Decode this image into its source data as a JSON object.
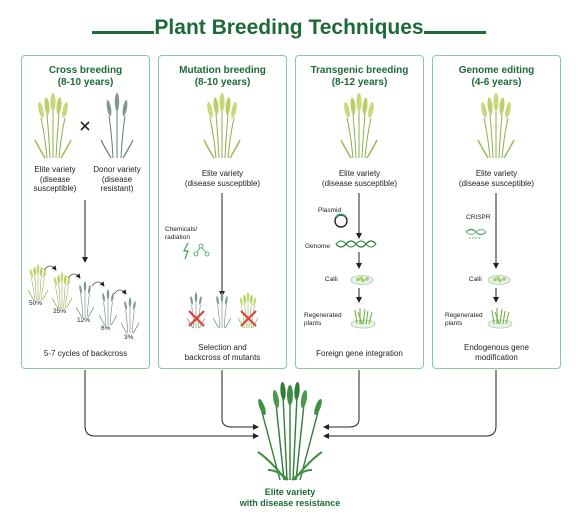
{
  "title": "Plant Breeding Techniques",
  "panels": {
    "cross": {
      "title_line1": "Cross breeding",
      "title_line2": "(8-10 years)",
      "elite_label": [
        "Elite variety",
        "(disease",
        "susceptible)"
      ],
      "donor_label": [
        "Donor variety",
        "(disease",
        "resistant)"
      ],
      "percentages": [
        "50%",
        "25%",
        "12%",
        "6%",
        "3%"
      ],
      "bottom": "5-7 cycles of backcross"
    },
    "mutation": {
      "title_line1": "Mutation breeding",
      "title_line2": "(8-10 years)",
      "elite_label": [
        "Elite variety",
        "(disease susceptible)"
      ],
      "agent_label": [
        "Chemicals/",
        "radiation"
      ],
      "bottom": [
        "Selection and",
        "backcross of mutants"
      ]
    },
    "transgenic": {
      "title_line1": "Transgenic breeding",
      "title_line2": "(8-12 years)",
      "elite_label": [
        "Elite variety",
        "(disease susceptible)"
      ],
      "plasmid": "Plasmid",
      "genome": "Genome",
      "calli": "Calli",
      "regenerated": [
        "Regenerated",
        "plants"
      ],
      "bottom": "Foreign gene integration"
    },
    "genome": {
      "title_line1": "Genome editing",
      "title_line2": "(4-6 years)",
      "elite_label": [
        "Elite variety",
        "(disease susceptible)"
      ],
      "crispr": "CRISPR",
      "calli": "Calli",
      "regenerated": [
        "Regenerated",
        "plants"
      ],
      "bottom": [
        "Endogenous gene",
        "modification"
      ]
    }
  },
  "result": [
    "Elite variety",
    "with disease resistance"
  ],
  "colors": {
    "brand": "#1d6a38",
    "border": "#8cc7a4",
    "wheat": "#b9cf6a",
    "cross_mark": "#d9453b"
  }
}
